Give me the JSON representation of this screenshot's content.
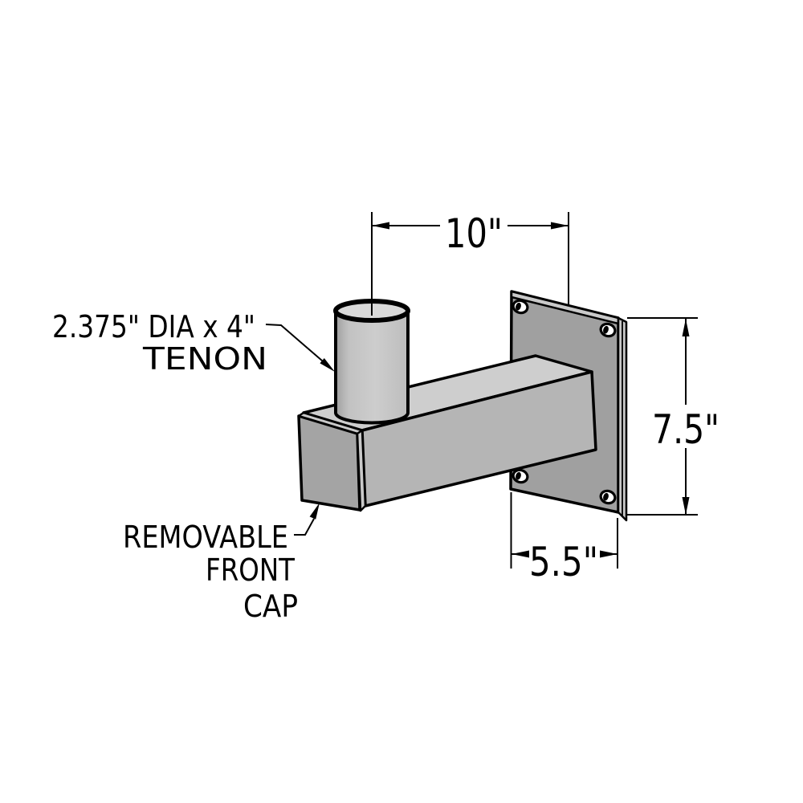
{
  "drawing": {
    "subject": "wall-mount-bracket-with-tenon",
    "background": "#ffffff",
    "line_color": "#000000",
    "metal_colors": {
      "plate_face": "#a0a0a0",
      "edge_highlight": "#c9c9c9",
      "arm_top": "#cecece",
      "arm_front": "#b5b5b5",
      "cap_face": "#a4a4a4",
      "tenon_body_mid": "#cdcdcd",
      "tenon_body_dark": "#9f9f9f",
      "tenon_opening": "#d9d9d9"
    }
  },
  "dimensions": {
    "width_top": {
      "label": "10\""
    },
    "height_right": {
      "label": "7.5\""
    },
    "depth_bottom": {
      "label": "5.5\""
    }
  },
  "annotations": {
    "tenon": {
      "line1": "2.375\" DIA x 4\"",
      "line2": "TENON"
    },
    "front_cap": {
      "line1": "REMOVABLE",
      "line2": "FRONT",
      "line3": "CAP"
    }
  }
}
